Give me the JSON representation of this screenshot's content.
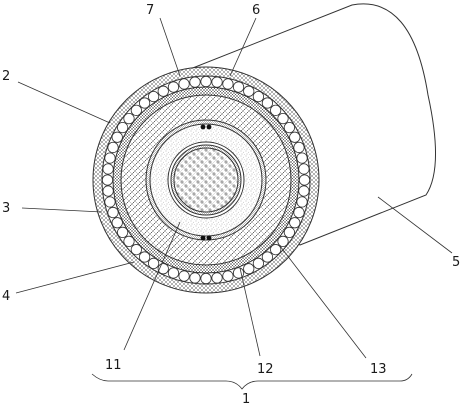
{
  "figure": {
    "labels": [
      {
        "id": "1",
        "text": "1"
      },
      {
        "id": "2",
        "text": "2"
      },
      {
        "id": "3",
        "text": "3"
      },
      {
        "id": "4",
        "text": "4"
      },
      {
        "id": "5",
        "text": "5"
      },
      {
        "id": "6",
        "text": "6"
      },
      {
        "id": "7",
        "text": "7"
      },
      {
        "id": "11",
        "text": "11"
      },
      {
        "id": "12",
        "text": "12"
      },
      {
        "id": "13",
        "text": "13"
      }
    ]
  }
}
